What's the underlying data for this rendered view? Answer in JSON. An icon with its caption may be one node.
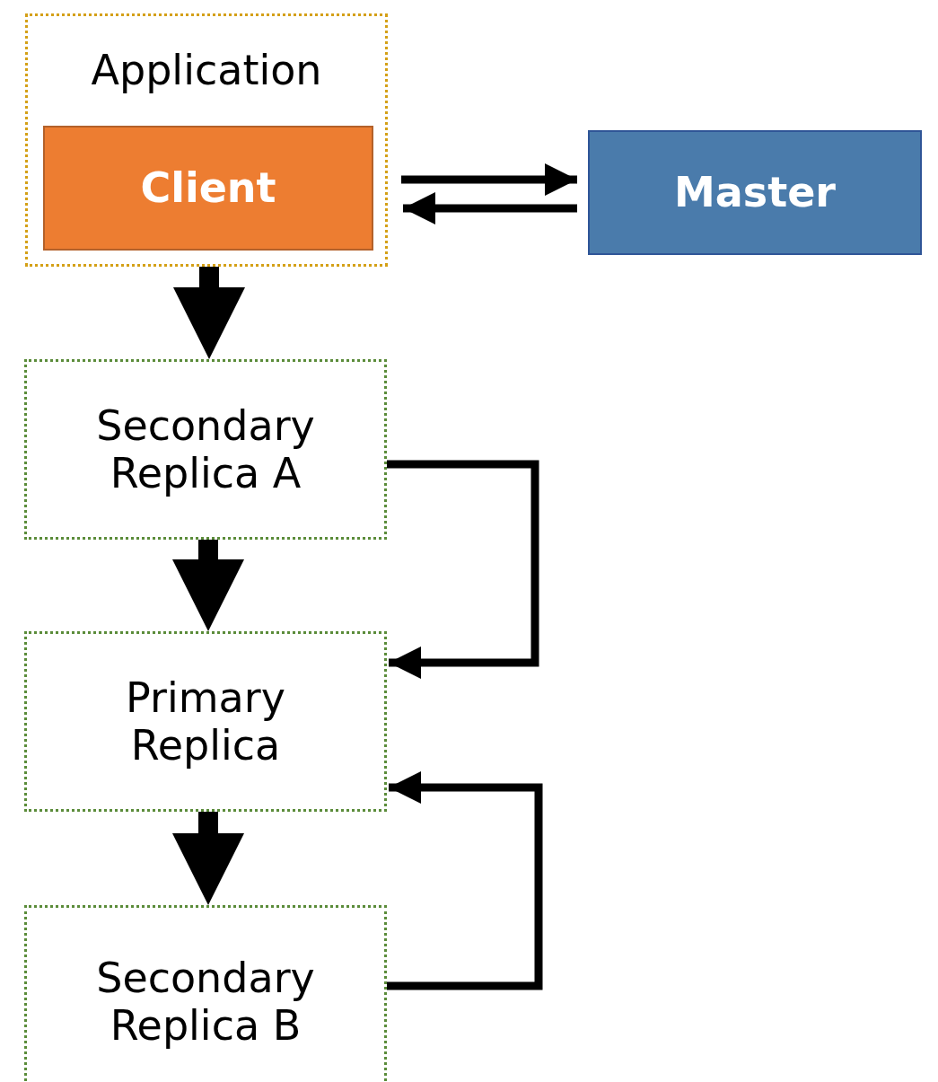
{
  "diagram": {
    "nodes": [
      {
        "text": [
          "Application"
        ]
      },
      {
        "text": [
          "Client"
        ],
        "in": 0
      },
      {
        "text": [
          "Master"
        ]
      },
      {
        "text": [
          "Secondary Replica A"
        ]
      },
      {
        "text": [
          "Primary Replica"
        ]
      },
      {
        "text": [
          "Secondary Replica B"
        ]
      }
    ],
    "edges": [
      {
        "from": 0,
        "to": 2,
        "arrow": "to"
      },
      {
        "from": 2,
        "to": 0,
        "arrow": "to"
      },
      {
        "from": 0,
        "to": 3,
        "arrow": "to",
        "style": "thick"
      },
      {
        "from": 3,
        "to": 4,
        "arrow": "to",
        "style": "thick"
      },
      {
        "from": 4,
        "to": 5,
        "arrow": "to",
        "style": "thick"
      },
      {
        "from": 3,
        "to": 4,
        "arrow": "to"
      },
      {
        "from": 5,
        "to": 4,
        "arrow": "to"
      }
    ]
  }
}
